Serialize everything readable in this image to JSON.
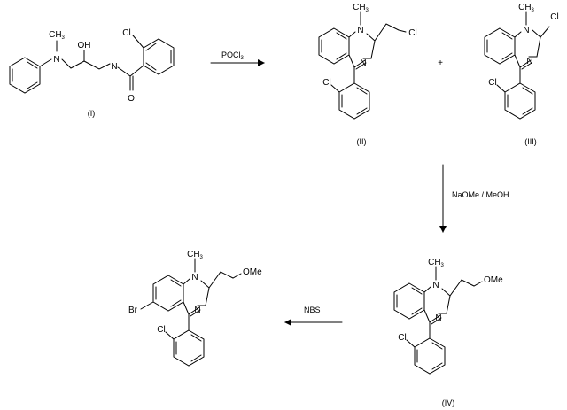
{
  "compounds": {
    "I": {
      "label": "(I)",
      "atoms": {
        "n_amine": "N",
        "n_amide": "N",
        "methyl": "CH3",
        "hydroxy": "OH",
        "chloro": "Cl",
        "carbonyl_o": "O"
      }
    },
    "II": {
      "label": "(II)",
      "atoms": {
        "n1": "N",
        "n4": "N",
        "methyl": "CH3",
        "ch2cl": "Cl",
        "aryl_cl": "Cl"
      }
    },
    "III": {
      "label": "(III)",
      "atoms": {
        "n1": "N",
        "n4": "N",
        "methyl": "CH3",
        "ring_cl": "Cl",
        "aryl_cl": "Cl"
      }
    },
    "IV": {
      "label": "(IV)",
      "atoms": {
        "n1": "N",
        "n4": "N",
        "methyl": "CH3",
        "ome": "OMe",
        "aryl_cl": "Cl"
      }
    },
    "V": {
      "atoms": {
        "n1": "N",
        "n4": "N",
        "methyl": "CH3",
        "ome": "OMe",
        "aryl_cl": "Cl",
        "bromo": "Br"
      }
    }
  },
  "reactions": {
    "step1": {
      "reagent": "POCl3"
    },
    "plus": "+",
    "step2": {
      "reagent": "NaOMe / MeOH"
    },
    "step3": {
      "reagent": "NBS"
    }
  }
}
